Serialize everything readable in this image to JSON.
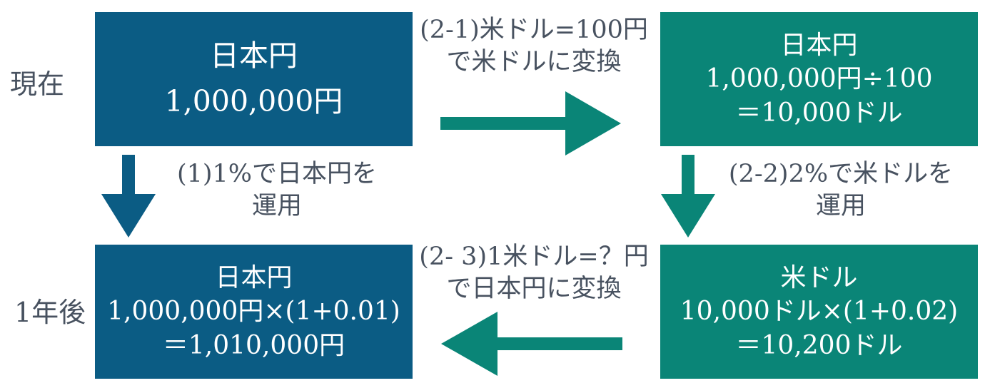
{
  "colors": {
    "blue": "#0b5c84",
    "teal": "#0a8577",
    "label_text": "#485260",
    "box_text": "#ffffff",
    "background": "#ffffff"
  },
  "row_labels": {
    "now": "現在",
    "one_year_later": "1年後"
  },
  "boxes": {
    "jpy_now": {
      "lines": [
        "日本円",
        "1,000,000円"
      ]
    },
    "usd_now": {
      "lines": [
        "日本円",
        "1,000,000円÷100",
        "＝10,000ドル"
      ]
    },
    "jpy_later": {
      "lines": [
        "日本円",
        "1,000,000円×(1+0.01)",
        "＝1,010,000円"
      ]
    },
    "usd_later": {
      "lines": [
        "米ドル",
        "10,000ドル×(1+0.02)",
        "＝10,200ドル"
      ]
    }
  },
  "arrows": {
    "convert_to_usd": {
      "direction": "right",
      "label_line1": "(2-1)米ドル=100円",
      "label_line2": "で米ドルに変換"
    },
    "invest_jpy": {
      "direction": "down",
      "label_line1": "(1)1%で日本円を",
      "label_line2": "運用"
    },
    "invest_usd": {
      "direction": "down",
      "label_line1": "(2-2)2%で米ドルを",
      "label_line2": "運用"
    },
    "convert_to_jpy": {
      "direction": "left",
      "label_line1": "(2- 3)1米ドル=？円",
      "label_line2": "で日本円に変換"
    }
  }
}
